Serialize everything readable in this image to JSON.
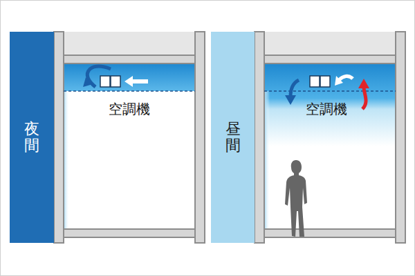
{
  "diagram": {
    "nodes": [
      {
        "text": [
          "夜間"
        ]
      },
      {
        "text": [
          "昼間"
        ]
      }
    ],
    "labels": [
      "空調機",
      "空調機"
    ]
  }
}
